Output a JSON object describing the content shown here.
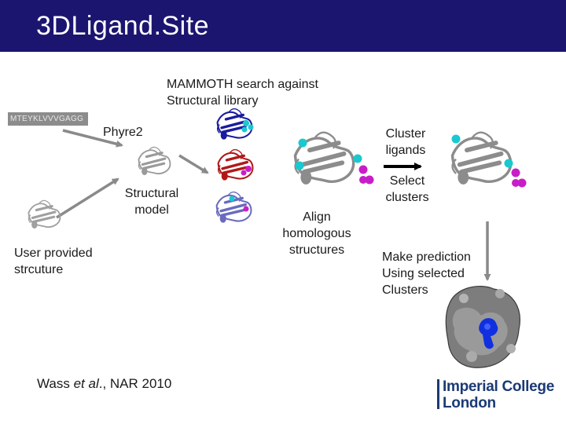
{
  "header": {
    "title": "3DLigand.Site"
  },
  "diagram": {
    "search_label_line1": "MAMMOTH search against",
    "search_label_line2": "Structural library",
    "sequence": "MTEYKLVVVGAGG",
    "phyre_label": "Phyre2",
    "model_label_line1": "Structural",
    "model_label_line2": "model",
    "user_label_line1": "User provided",
    "user_label_line2": "strcuture",
    "align_label_line1": "Align",
    "align_label_line2": "homologous",
    "align_label_line3": "structures",
    "cluster_label_line1": "Cluster",
    "cluster_label_line2": "ligands",
    "select_label_line1": "Select",
    "select_label_line2": "clusters",
    "predict_label_line1": "Make prediction",
    "predict_label_line2": "Using selected",
    "predict_label_line3": "Clusters"
  },
  "footer": {
    "citation_prefix": "Wass ",
    "citation_italic": "et al",
    "citation_suffix": "., NAR 2010",
    "logo_line1": "Imperial College",
    "logo_line2": "London"
  },
  "colors": {
    "title_bar": "#1b1570",
    "arrow_gray": "#8a8a8a",
    "protein_gray": "#9a9a9a",
    "protein_blue": "#1a1aa0",
    "protein_red": "#b01818",
    "protein_violet": "#6a6ac0",
    "ligand_cyan": "#19c9cf",
    "ligand_magenta": "#c81ec8",
    "pocket_blue": "#1030e0",
    "logo_navy": "#1b3a75"
  }
}
